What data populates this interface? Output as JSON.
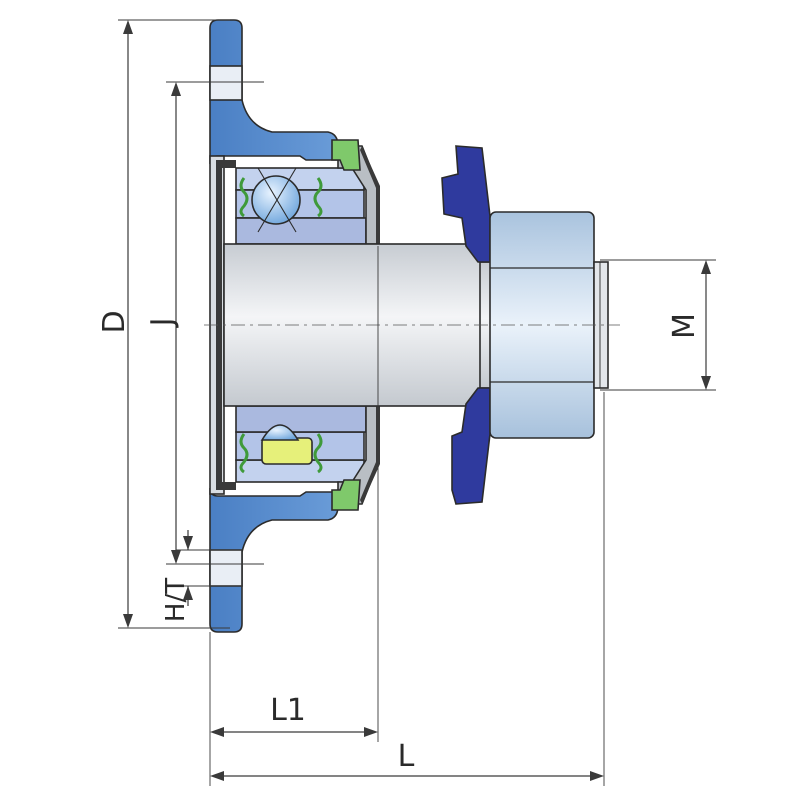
{
  "diagram": {
    "labels": {
      "D": "D",
      "J": "J",
      "HT": "H/T",
      "L1": "L1",
      "L": "L",
      "M": "M"
    },
    "colors": {
      "flange": "#5b8fd0",
      "flange_dark": "#3f6fb3",
      "ring_light": "#b8c8ea",
      "shaft": "#d7dbe0",
      "nut": "#c9dcec",
      "seal_green": "#7fc96b",
      "seal_green_dark": "#3f9a3a",
      "spinner": "#2f3a9e",
      "ball": "#8fbde8",
      "cage_yellow": "#e6f07a",
      "housing_grey": "#b9bec4",
      "rubber": "#3a3a3a"
    }
  }
}
